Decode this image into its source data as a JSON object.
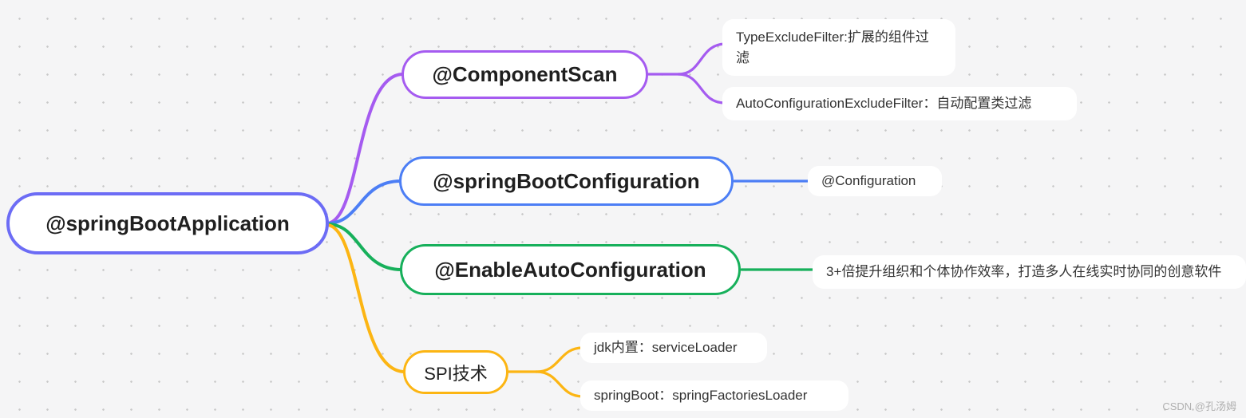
{
  "colors": {
    "root_border": "#6c6cf5",
    "component_scan": "#a55bf0",
    "spring_boot_configuration": "#4c7ef5",
    "enable_auto_configuration": "#17b05b",
    "spi": "#fcb513",
    "background": "#f5f5f6",
    "grid_dot": "#c8c8c8",
    "node_text": "#1f1f1f",
    "leaf_text": "#333333",
    "watermark": "#b0b0b0"
  },
  "mindmap": {
    "root": {
      "label": "@springBootApplication"
    },
    "branches": [
      {
        "label": "@ComponentScan",
        "color": "#a55bf0",
        "children": [
          {
            "label": "TypeExcludeFilter:扩展的组件过滤"
          },
          {
            "label": "AutoConfigurationExcludeFilter：自动配置类过滤"
          }
        ]
      },
      {
        "label": "@springBootConfiguration",
        "color": "#4c7ef5",
        "children": [
          {
            "label": "@Configuration"
          }
        ]
      },
      {
        "label": "@EnableAutoConfiguration",
        "color": "#17b05b",
        "children": [
          {
            "label": "3+倍提升组织和个体协作效率，打造多人在线实时协同的创意软件"
          }
        ]
      },
      {
        "label": "SPI技术",
        "color": "#fcb513",
        "children": [
          {
            "label": "jdk内置：serviceLoader"
          },
          {
            "label": "springBoot：springFactoriesLoader"
          }
        ]
      }
    ]
  },
  "watermark": {
    "label": "CSDN @孔汤姆"
  }
}
